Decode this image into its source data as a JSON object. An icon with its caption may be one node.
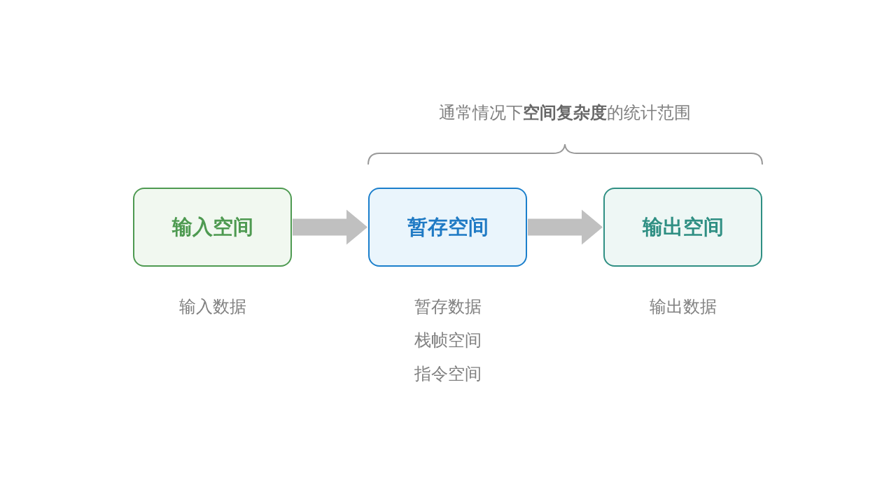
{
  "diagram": {
    "title": "通常情况下**空间复杂度**的统计范围",
    "nodes": [
      {
        "text": [
          "输入空间"
        ],
        "beside": [
          "输入数据"
        ]
      },
      {
        "text": [
          "暂存空间"
        ],
        "beside": [
          "暂存数据",
          "栈帧空间",
          "指令空间"
        ]
      },
      {
        "text": [
          "输出空间"
        ],
        "beside": [
          "输出数据"
        ]
      }
    ],
    "edges": [
      {
        "from": 0,
        "to": 1,
        "arrow": "to"
      },
      {
        "from": 1,
        "to": 2,
        "arrow": "to"
      }
    ]
  }
}
